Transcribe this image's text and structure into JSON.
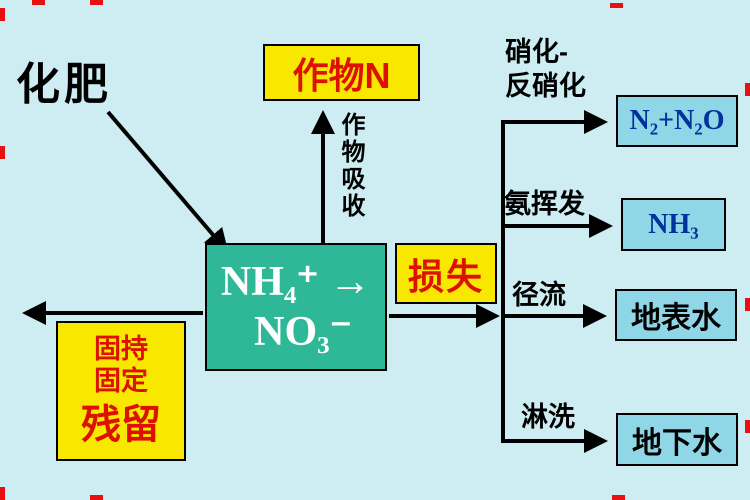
{
  "colors": {
    "background": "#cdedf3",
    "box_yellow": "#f8e800",
    "box_teal": "#2fb898",
    "box_cyan": "#8fd7e6",
    "text_red": "#dd1100",
    "text_navy": "#00319c",
    "text_black": "#000000",
    "arrow_line": "#000000",
    "edge_mark_red": "#e81010"
  },
  "nodes": {
    "fertilizer": {
      "label": "化肥"
    },
    "crop": {
      "label": "作物N"
    },
    "absorption": {
      "label": "作物吸收"
    },
    "pool": {
      "line1": "NH₄⁺ →",
      "line2": "NO₃⁻"
    },
    "residue": {
      "line1": "固持",
      "line2": "固定",
      "line3": "残留"
    },
    "loss": {
      "label": "损失"
    },
    "branches": [
      {
        "label": "硝化-\n反硝化",
        "target": "N₂+N₂O"
      },
      {
        "label": "氨挥发",
        "target": "NH₃"
      },
      {
        "label": "径流",
        "target": "地表水"
      },
      {
        "label": "淋洗",
        "target": "地下水"
      }
    ]
  }
}
